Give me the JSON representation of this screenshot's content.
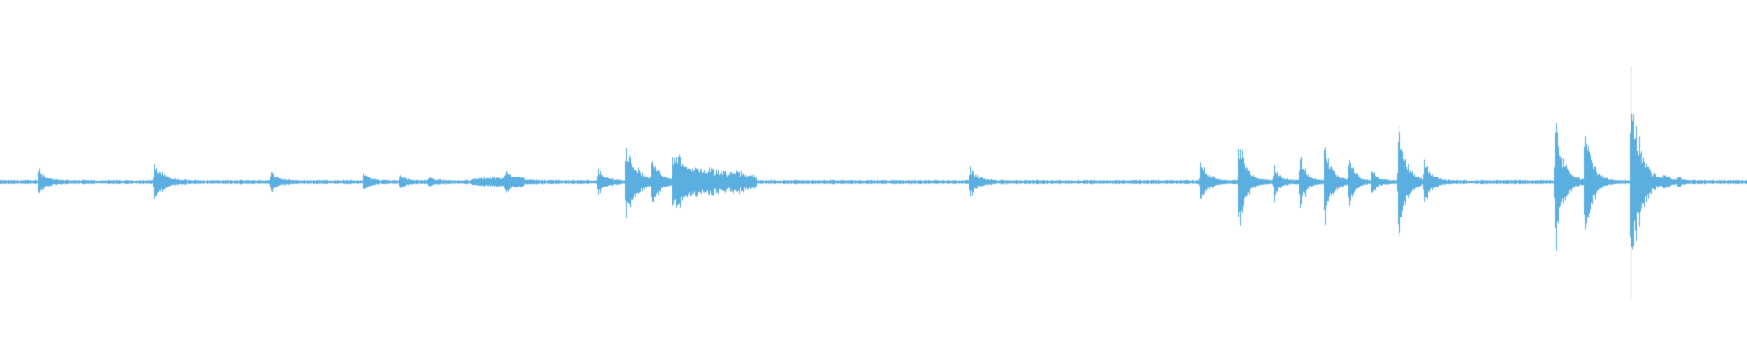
{
  "waveform": {
    "color": "#5aaee0",
    "baseline_level": 0.012,
    "peaks": [
      {
        "t": 0.022,
        "amp": 0.11,
        "decay": 0.004
      },
      {
        "t": 0.088,
        "amp": 0.17,
        "decay": 0.005
      },
      {
        "t": 0.155,
        "amp": 0.09,
        "decay": 0.004
      },
      {
        "t": 0.208,
        "amp": 0.09,
        "decay": 0.003
      },
      {
        "t": 0.229,
        "amp": 0.07,
        "decay": 0.003
      },
      {
        "t": 0.245,
        "amp": 0.05,
        "decay": 0.003
      },
      {
        "t": 0.289,
        "amp": 0.06,
        "decay": 0.006
      },
      {
        "t": 0.342,
        "amp": 0.12,
        "decay": 0.004
      },
      {
        "t": 0.358,
        "amp": 0.32,
        "decay": 0.006
      },
      {
        "t": 0.373,
        "amp": 0.21,
        "decay": 0.004
      },
      {
        "t": 0.385,
        "amp": 0.3,
        "decay": 0.006
      },
      {
        "t": 0.555,
        "amp": 0.14,
        "decay": 0.004
      },
      {
        "t": 0.687,
        "amp": 0.2,
        "decay": 0.004
      },
      {
        "t": 0.709,
        "amp": 0.42,
        "decay": 0.004
      },
      {
        "t": 0.729,
        "amp": 0.17,
        "decay": 0.003
      },
      {
        "t": 0.744,
        "amp": 0.27,
        "decay": 0.003
      },
      {
        "t": 0.758,
        "amp": 0.38,
        "decay": 0.004
      },
      {
        "t": 0.772,
        "amp": 0.26,
        "decay": 0.003
      },
      {
        "t": 0.785,
        "amp": 0.12,
        "decay": 0.003
      },
      {
        "t": 0.8,
        "amp": 0.62,
        "decay": 0.004
      },
      {
        "t": 0.815,
        "amp": 0.18,
        "decay": 0.004
      },
      {
        "t": 0.89,
        "amp": 0.7,
        "decay": 0.004
      },
      {
        "t": 0.907,
        "amp": 0.55,
        "decay": 0.004
      },
      {
        "t": 0.933,
        "amp": 1.0,
        "decay": 0.005
      },
      {
        "t": 0.952,
        "amp": 0.06,
        "decay": 0.003
      },
      {
        "t": 0.96,
        "amp": 0.04,
        "decay": 0.003
      }
    ],
    "sustained": [
      {
        "start": 0.27,
        "end": 0.3,
        "amp": 0.03
      },
      {
        "start": 0.388,
        "end": 0.433,
        "amp": 0.09
      }
    ]
  }
}
